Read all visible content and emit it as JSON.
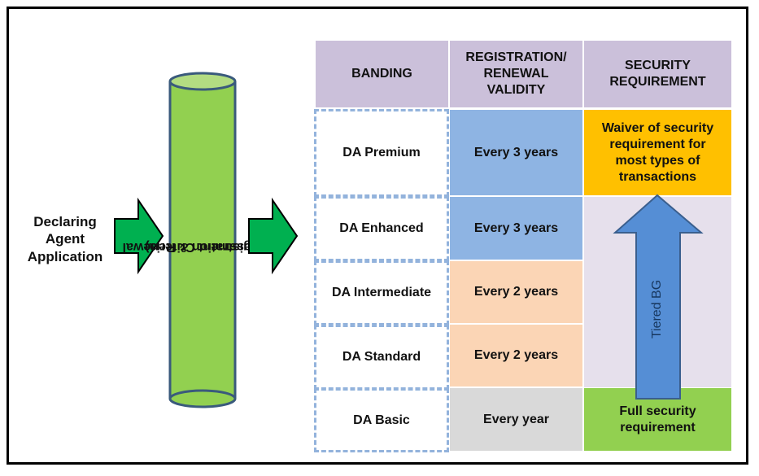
{
  "applicant": {
    "label": "Declaring Agent Application"
  },
  "process": {
    "line1": "Registration & Renewal",
    "line2": "(Assessment Criteria)"
  },
  "table": {
    "headers": [
      "BANDING",
      "REGISTRATION/ RENEWAL VALIDITY",
      "SECURITY REQUIREMENT"
    ],
    "rows": [
      {
        "band": "DA Premium",
        "validity": "Every 3 years"
      },
      {
        "band": "DA Enhanced",
        "validity": "Every 3 years"
      },
      {
        "band": "DA Intermediate",
        "validity": "Every 2 years"
      },
      {
        "band": "DA Standard",
        "validity": "Every 2 years"
      },
      {
        "band": "DA Basic",
        "validity": "Every year"
      }
    ],
    "security_top": "Waiver of security requirement for most types of transactions",
    "security_bottom": "Full security requirement",
    "arrow_label": "Tiered BG"
  },
  "colors": {
    "arrow_green": "#00b050",
    "cylinder_green": "#92d050",
    "header_purple": "#cbc0da",
    "validity_blue": "#8eb4e3",
    "validity_peach": "#fbd5b5",
    "validity_grey": "#d9d9d9",
    "security_orange": "#ffc000",
    "security_green": "#92d050",
    "tiered_arrow_blue": "#558ed5"
  }
}
